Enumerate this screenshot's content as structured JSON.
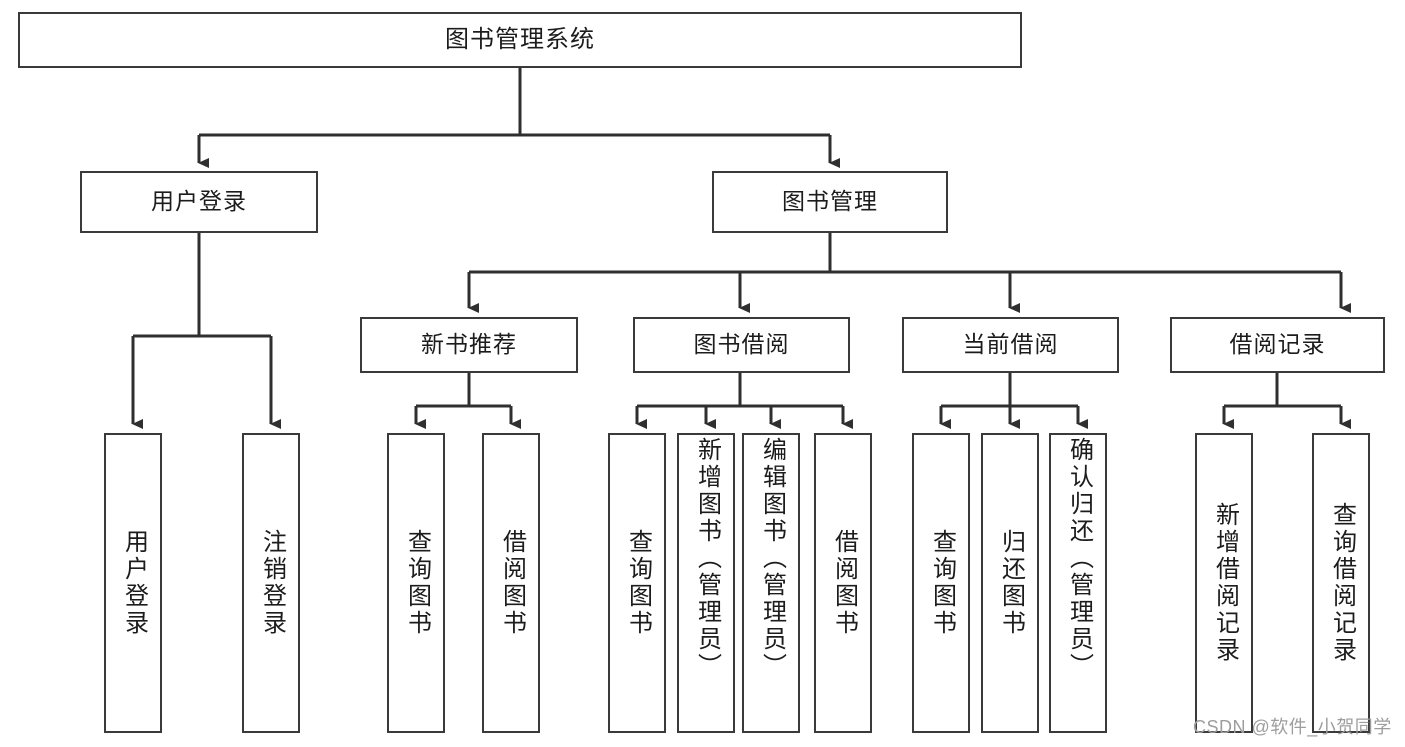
{
  "diagram": {
    "type": "tree-hierarchy-diagram",
    "title": "图书管理系统",
    "watermark": "CSDN @软件_小贺同学",
    "colors": {
      "background": "#ffffff",
      "box_border": "#3a3a3a",
      "text": "#1c1c1c",
      "connector": "#2f2f2f",
      "watermark": "#9d9d9d"
    },
    "nodes": {
      "root": {
        "label": "图书管理系统"
      },
      "level2": [
        {
          "id": "user-login",
          "label": "用户登录"
        },
        {
          "id": "book-manage",
          "label": "图书管理"
        }
      ],
      "level3": [
        {
          "id": "new-book-recommend",
          "label": "新书推荐"
        },
        {
          "id": "book-borrow",
          "label": "图书借阅"
        },
        {
          "id": "current-borrow",
          "label": "当前借阅"
        },
        {
          "id": "borrow-record",
          "label": "借阅记录"
        }
      ],
      "leaves": {
        "user_login": [
          {
            "id": "leaf-user-login",
            "label": "用户登录"
          },
          {
            "id": "leaf-logout-login",
            "label": "注销登录"
          }
        ],
        "new_book_recommend": [
          {
            "id": "leaf-query-book-1",
            "label": "查询图书"
          },
          {
            "id": "leaf-borrow-book-1",
            "label": "借阅图书"
          }
        ],
        "book_borrow": [
          {
            "id": "leaf-query-book-2",
            "label": "查询图书"
          },
          {
            "id": "leaf-add-book",
            "label": "新增图书（管理员）"
          },
          {
            "id": "leaf-edit-book",
            "label": "编辑图书（管理员）"
          },
          {
            "id": "leaf-borrow-book-2",
            "label": "借阅图书"
          }
        ],
        "current_borrow": [
          {
            "id": "leaf-query-book-3",
            "label": "查询图书"
          },
          {
            "id": "leaf-return-book",
            "label": "归还图书"
          },
          {
            "id": "leaf-confirm-return",
            "label": "确认归还（管理员）"
          }
        ],
        "borrow_record": [
          {
            "id": "leaf-add-record",
            "label": "新增借阅记录"
          },
          {
            "id": "leaf-query-record",
            "label": "查询借阅记录"
          }
        ]
      }
    }
  }
}
